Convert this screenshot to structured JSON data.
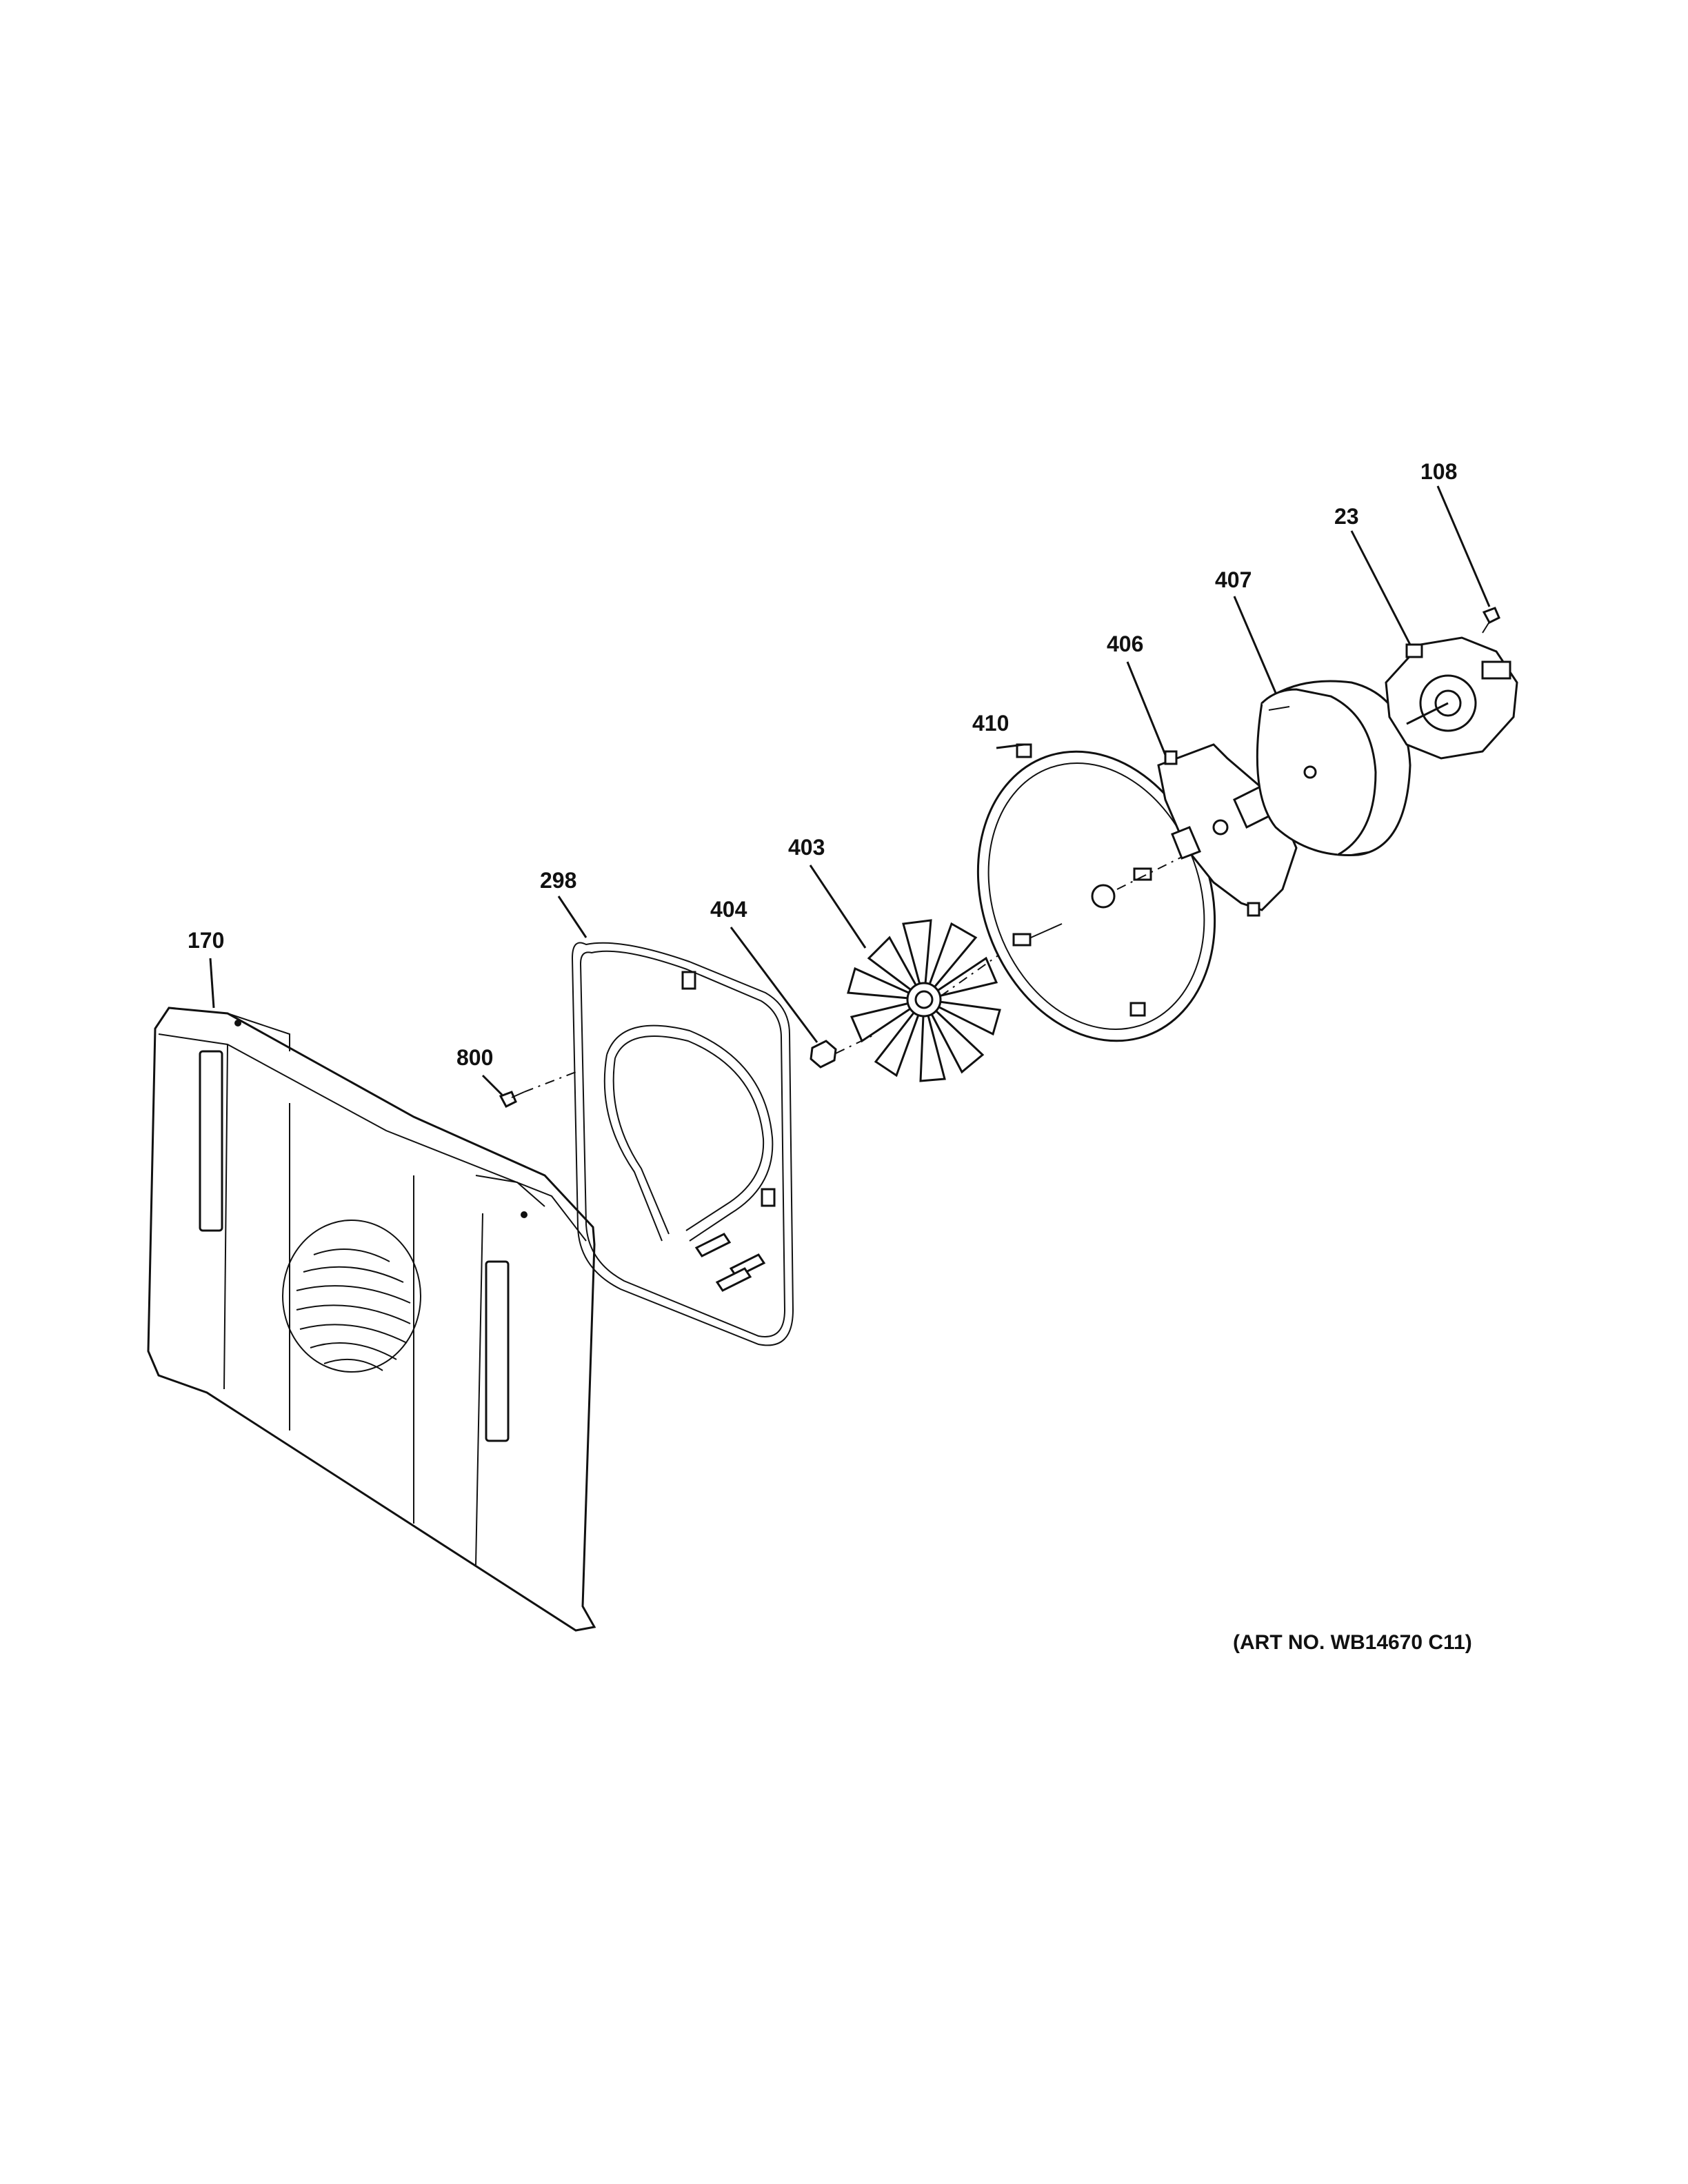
{
  "diagram": {
    "callouts": [
      {
        "id": "108",
        "label": "108"
      },
      {
        "id": "23",
        "label": "23"
      },
      {
        "id": "407",
        "label": "407"
      },
      {
        "id": "406",
        "label": "406"
      },
      {
        "id": "410",
        "label": "410"
      },
      {
        "id": "403",
        "label": "403"
      },
      {
        "id": "298",
        "label": "298"
      },
      {
        "id": "404",
        "label": "404"
      },
      {
        "id": "170",
        "label": "170"
      },
      {
        "id": "800",
        "label": "800"
      }
    ],
    "art_number": "(ART NO. WB14670 C11)"
  }
}
